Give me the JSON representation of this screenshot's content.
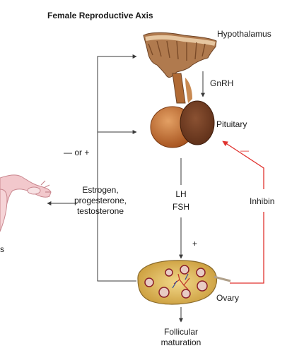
{
  "title": "Female Reproductive Axis",
  "labels": {
    "hypothalamus": "Hypothalamus",
    "gnrh": "GnRH",
    "pituitary": "Pituitary",
    "feedback_sign": "— or +",
    "steroids_line1": "Estrogen,",
    "steroids_line2": "progesterone,",
    "steroids_line3": "testosterone",
    "lh": "LH",
    "fsh": "FSH",
    "inhibin": "Inhibin",
    "inhibin_sign": "—",
    "plus_sign": "+",
    "ovary": "Ovary",
    "follicular_line1": "Follicular",
    "follicular_line2": "maturation",
    "partial_target": "s"
  },
  "colors": {
    "arrow": "#3a3a3a",
    "inhibin_arrow": "#e0322e",
    "hypothalamus": "#b07a4e",
    "pituitary": "#9c4a18",
    "ovary": "#d9b44a",
    "uterus": "#f2c8cc"
  },
  "icons": [
    "hypothalamus-illustration",
    "pituitary-illustration",
    "ovary-illustration",
    "uterus-illustration"
  ]
}
